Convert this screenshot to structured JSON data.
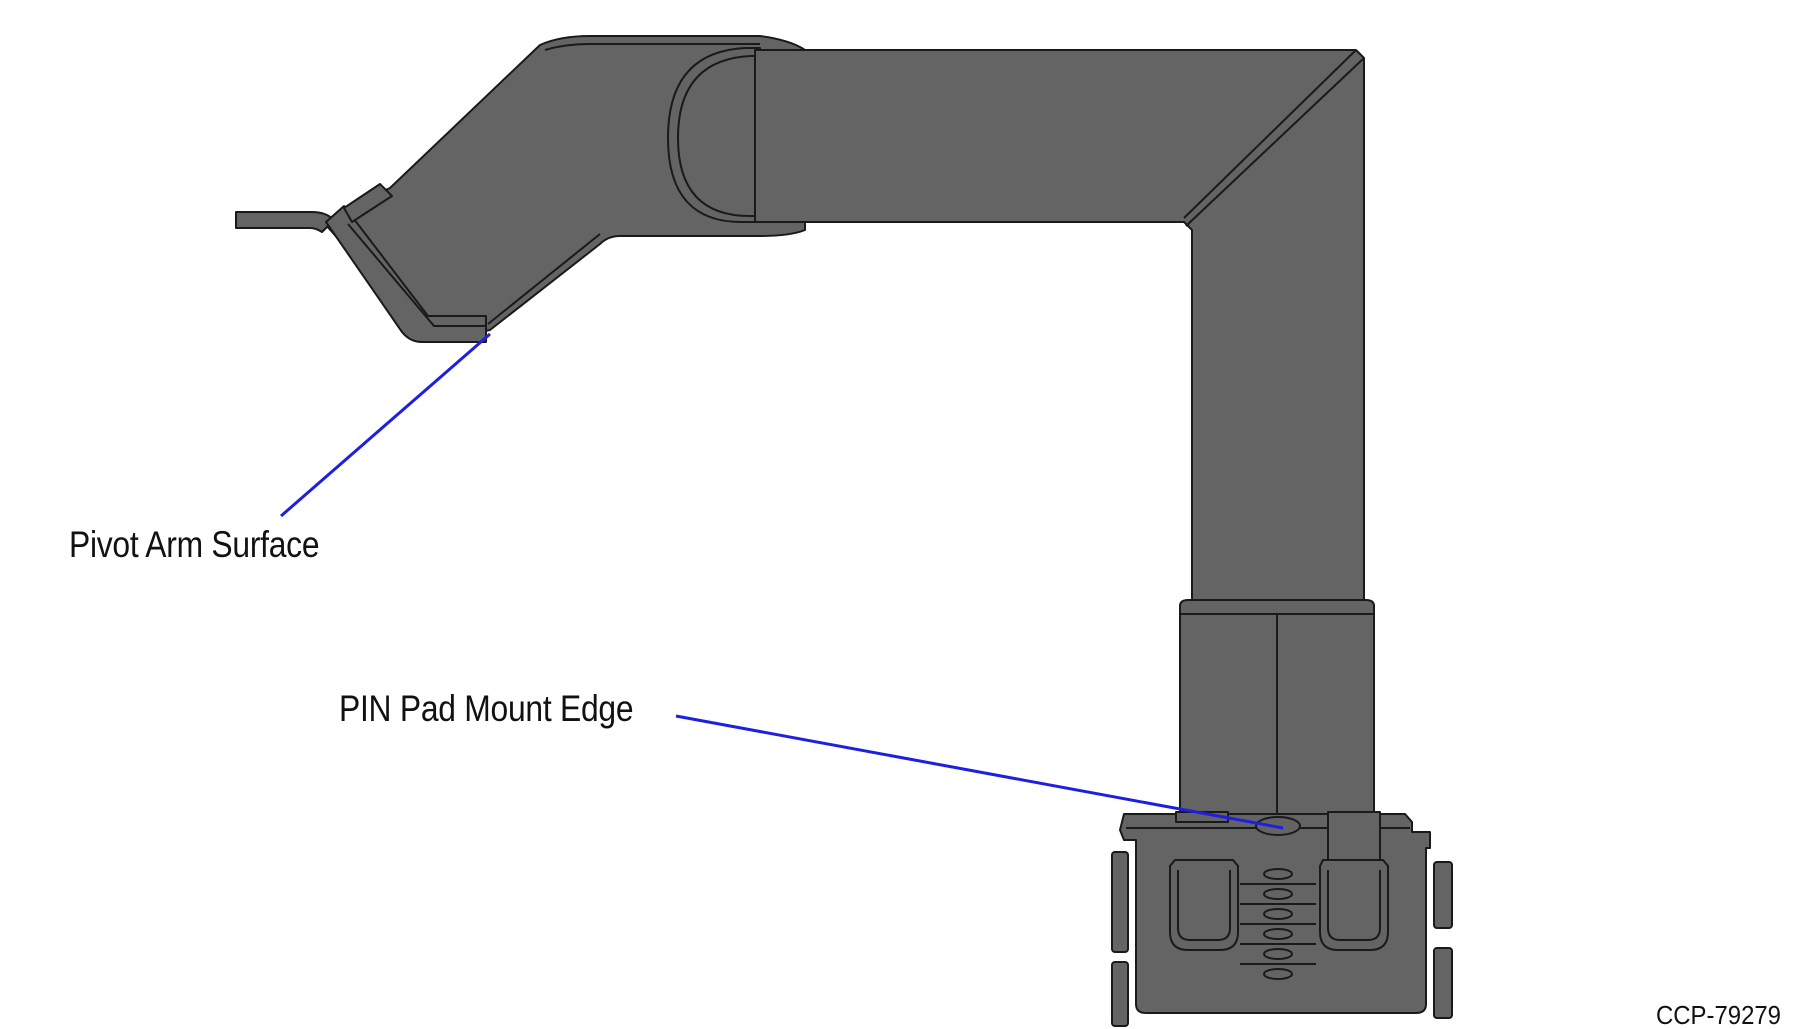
{
  "callouts": {
    "pivot_arm_surface": "Pivot Arm Surface",
    "pin_pad_mount_edge": "PIN Pad Mount Edge"
  },
  "figure_id": "CCP-79279",
  "colors": {
    "metal": "#646464",
    "metal_dark": "#4a4a4a",
    "outline": "#1a1a1a",
    "leader_line": "#1f1fe0",
    "background": "#ffffff"
  }
}
